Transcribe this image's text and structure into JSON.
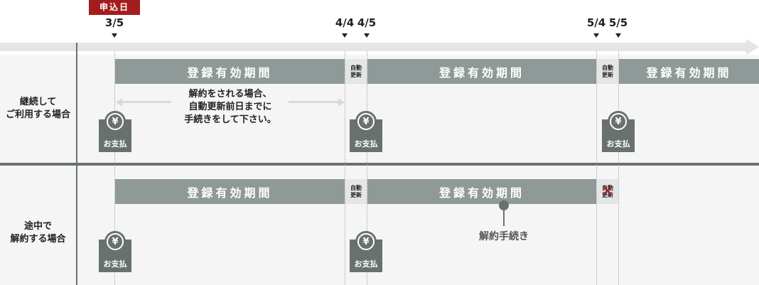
{
  "header": {
    "application_badge": "申込日",
    "dates": [
      "3/5",
      "4/4",
      "4/5",
      "5/4",
      "5/5"
    ]
  },
  "lanes": [
    {
      "label_line1": "継続して",
      "label_line2": "ご利用する場合",
      "periods": [
        "登録有効期間",
        "登録有効期間",
        "登録有効期間"
      ],
      "auto_renew": [
        {
          "line1": "自動",
          "line2": "更新"
        },
        {
          "line1": "自動",
          "line2": "更新"
        }
      ],
      "note_lines": [
        "解約をされる場合、",
        "自動更新前日までに",
        "手続きをして下さい。"
      ],
      "payments": [
        "お支払",
        "お支払",
        "お支払"
      ]
    },
    {
      "label_line1": "途中で",
      "label_line2": "解約する場合",
      "periods": [
        "登録有効期間",
        "登録有効期間"
      ],
      "auto_renew": [
        {
          "line1": "自動",
          "line2": "更新"
        },
        {
          "line1": "自動",
          "line2": "更新",
          "cancelled_mark": "✕"
        }
      ],
      "procedure_label": "解約手続き",
      "payments": [
        "お支払",
        "お支払"
      ]
    }
  ],
  "icons": {
    "currency_symbol": "¥"
  },
  "colors": {
    "accent_red": "#a31d1f",
    "period_gray": "#8e9998",
    "dark_gray": "#69716f",
    "auto_bg": "#e3e6e5"
  }
}
